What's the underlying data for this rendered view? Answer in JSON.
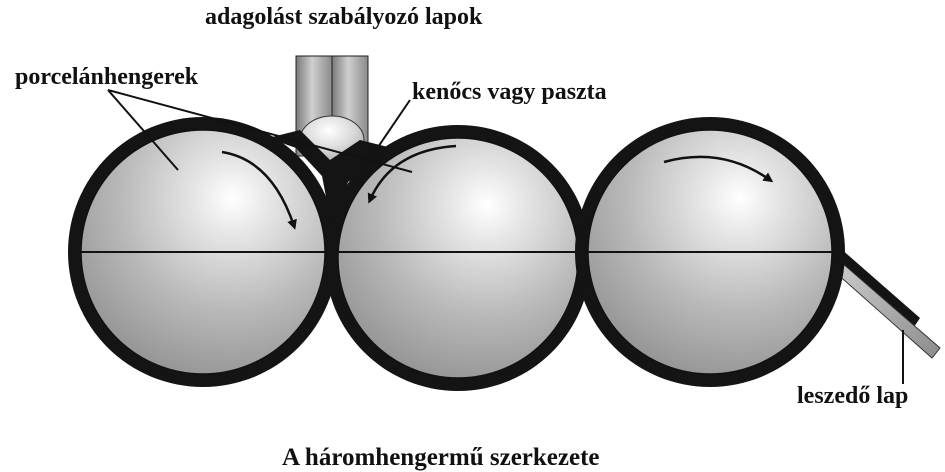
{
  "labels": {
    "feed_blades": "adagolást szabályozó lapok",
    "rollers": "porcelánhengerek",
    "paste": "kenőcs vagy paszta",
    "scraper": "leszedő lap",
    "caption": "A háromhengermű szerkezete"
  },
  "colors": {
    "roller_fill": "#b8b8b8",
    "roller_outline": "#111111",
    "rim": "#141414",
    "feed_blade": "#9a9a9a",
    "scraper": "#a8a8a8",
    "text": "#111111"
  },
  "rollers": [
    {
      "name": "roller-left",
      "rotation": "clockwise"
    },
    {
      "name": "roller-middle",
      "rotation": "counterclockwise"
    },
    {
      "name": "roller-right",
      "rotation": "clockwise"
    }
  ]
}
